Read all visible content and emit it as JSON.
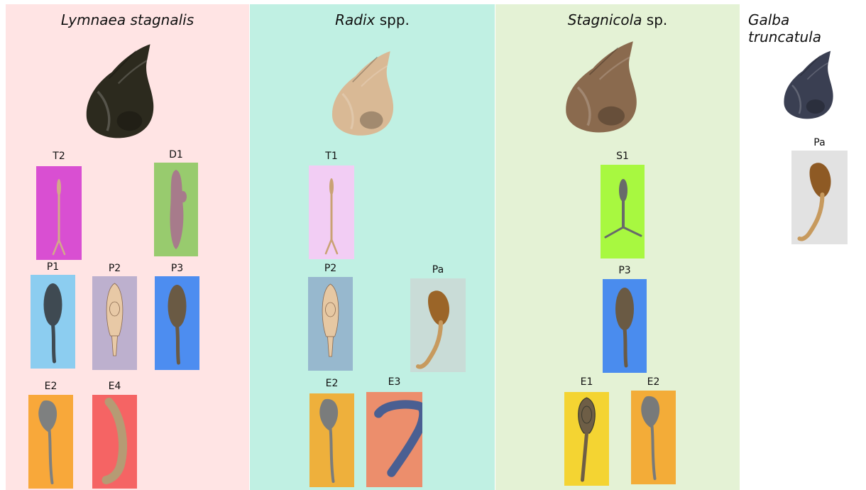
{
  "columns": [
    {
      "key": "lymnaea",
      "genus": "Lymnaea stagnalis",
      "suffix": "",
      "bg": "#ffe4e4"
    },
    {
      "key": "radix",
      "genus": "Radix",
      "suffix": " spp.",
      "bg": "#c0f0e3"
    },
    {
      "key": "stagnicola",
      "genus": "Stagnicola",
      "suffix": " sp.",
      "bg": "#e4f2d5"
    },
    {
      "key": "galba",
      "genus": "Galba truncatula",
      "suffix": "",
      "bg": "#ffffff"
    }
  ],
  "snails": {
    "lymnaea": {
      "color": "#2c2a1e"
    },
    "radix": {
      "color": "#d9b995"
    },
    "stagnicola": {
      "color": "#8a6a4e"
    },
    "galba": {
      "color": "#3a3f52"
    }
  },
  "items": {
    "l_t2": {
      "label": "T2",
      "bg": "#d94fd2",
      "shape": "furcate-thin",
      "color": "#d3a98a"
    },
    "l_d1": {
      "label": "D1",
      "bg": "#98cb6e",
      "shape": "blob",
      "color": "#a77b8b"
    },
    "l_p1": {
      "label": "P1",
      "bg": "#8ccdf0",
      "shape": "tail-oval",
      "color": "#3f4a52"
    },
    "l_p2": {
      "label": "P2",
      "bg": "#bdb0ce",
      "shape": "xiphido",
      "color": "#e8c9a6"
    },
    "l_p3": {
      "label": "P3",
      "bg": "#4d8df0",
      "shape": "tail-oval",
      "color": "#6a5a44"
    },
    "l_e2": {
      "label": "E2",
      "bg": "#f8a83a",
      "shape": "echino",
      "color": "#7e8080"
    },
    "l_e4": {
      "label": "E4",
      "bg": "#f56464",
      "shape": "banana",
      "color": "#b59b74"
    },
    "r_t1": {
      "label": "T1",
      "bg": "#f2cdf4",
      "shape": "furcate-thin",
      "color": "#c9a273"
    },
    "r_p2": {
      "label": "P2",
      "bg": "#97b8ce",
      "shape": "xiphido",
      "color": "#e6c8a3"
    },
    "r_pa": {
      "label": "Pa",
      "bg": "#c9dcd7",
      "shape": "curl",
      "color": "#9b6528"
    },
    "r_e2": {
      "label": "E2",
      "bg": "#eeb03c",
      "shape": "echino",
      "color": "#7a7c7c"
    },
    "r_e3": {
      "label": "E3",
      "bg": "#ec8e6c",
      "shape": "blue-curve",
      "color": "#4a5f92"
    },
    "s_s1": {
      "label": "S1",
      "bg": "#a8f840",
      "shape": "furcate-wide",
      "color": "#686a6a"
    },
    "s_p3": {
      "label": "P3",
      "bg": "#4a8cee",
      "shape": "tail-oval",
      "color": "#6a5a44"
    },
    "s_e1": {
      "label": "E1",
      "bg": "#f4d432",
      "shape": "echino-wide",
      "color": "#6e5e46"
    },
    "s_e2": {
      "label": "E2",
      "bg": "#f3ac38",
      "shape": "echino",
      "color": "#787a7a"
    },
    "g_pa": {
      "label": "Pa",
      "bg": "#e2e2e2",
      "shape": "curl",
      "color": "#8e5a24"
    }
  }
}
